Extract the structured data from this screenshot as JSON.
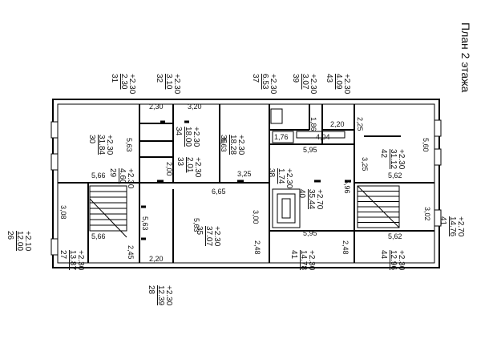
{
  "title": "План 2 этажа",
  "rooms": [
    {
      "id": "room-31",
      "number": "31",
      "area": "2.30",
      "level": "+2.30"
    },
    {
      "id": "room-32",
      "number": "32",
      "area": "3.10",
      "level": "+2.30"
    },
    {
      "id": "room-37",
      "number": "37",
      "area": "6.53",
      "level": "+2.30"
    },
    {
      "id": "room-39",
      "number": "39",
      "area": "3.07",
      "level": "+2.30"
    },
    {
      "id": "room-43",
      "number": "43",
      "area": "4.09",
      "level": "+2.30"
    },
    {
      "id": "room-30",
      "number": "30",
      "area": "31.84",
      "level": "+2.30"
    },
    {
      "id": "room-29",
      "number": "29",
      "area": "4.60",
      "level": "+2.30"
    },
    {
      "id": "room-34",
      "number": "34",
      "area": "18.00",
      "level": "+2.30"
    },
    {
      "id": "room-33",
      "number": "33",
      "area": "2.01",
      "level": "+2.30"
    },
    {
      "id": "room-36",
      "number": "36",
      "area": "18.28",
      "level": "+2.30"
    },
    {
      "id": "room-38",
      "number": "38",
      "area": "1.74",
      "level": "+2.30"
    },
    {
      "id": "room-42",
      "number": "42",
      "area": "31.12",
      "level": "+2.30"
    },
    {
      "id": "room-40",
      "number": "40",
      "area": "35.44",
      "level": "+2.70"
    },
    {
      "id": "room-35",
      "number": "35",
      "area": "37.07",
      "level": "+2.30"
    },
    {
      "id": "room-41-right",
      "number": "41",
      "area": "14.76",
      "level": "+2.70"
    },
    {
      "id": "room-26",
      "number": "26",
      "area": "12.00",
      "level": "+2.10"
    },
    {
      "id": "room-27",
      "number": "27",
      "area": "13.87",
      "level": "+2.30"
    },
    {
      "id": "room-41-bottom",
      "number": "41",
      "area": "14.78",
      "level": "+2.30"
    },
    {
      "id": "room-44",
      "number": "44",
      "area": "12.96",
      "level": "+2.30"
    },
    {
      "id": "room-28",
      "number": "28",
      "area": "12.39",
      "level": "+2.30"
    }
  ],
  "dimensions": [
    "2,30",
    "3,20",
    "1,86",
    "2,20",
    "2,25",
    "5,63",
    "5,63",
    "5,60",
    "1,76",
    "4,04",
    "5,95",
    "5,66",
    "2,00",
    "3,25",
    "3,25",
    "5,62",
    "6,65",
    "5,96",
    "3,08",
    "3,00",
    "3,02",
    "5,66",
    "5,63",
    "5,63",
    "2,45",
    "2,48",
    "5,95",
    "2,48",
    "5,62",
    "2,20"
  ],
  "wall_color": "#000000"
}
